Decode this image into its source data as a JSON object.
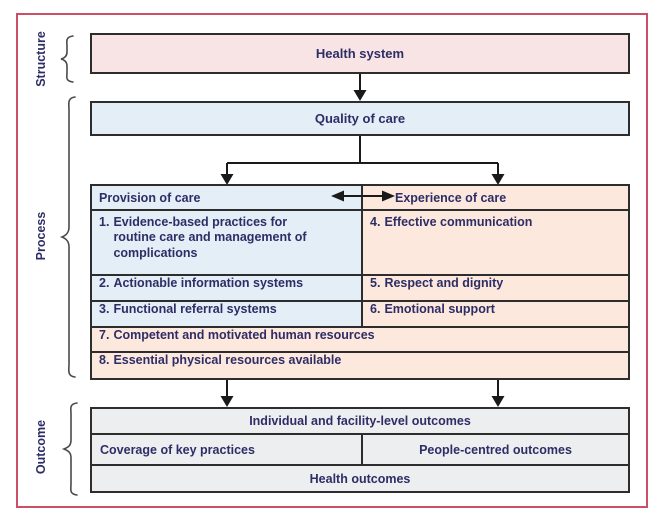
{
  "labels": {
    "structure": "Structure",
    "process": "Process",
    "outcome": "Outcome"
  },
  "structure": {
    "health_system": "Health system"
  },
  "process": {
    "quality_of_care": "Quality of care",
    "provision": {
      "header": "Provision of care",
      "items": [
        {
          "num": "1.",
          "text": "Evidence-based practices for routine care and management of complications"
        },
        {
          "num": "2.",
          "text": "Actionable information systems"
        },
        {
          "num": "3.",
          "text": "Functional referral systems"
        }
      ]
    },
    "experience": {
      "header": "Experience of care",
      "items": [
        {
          "num": "4.",
          "text": "Effective communication"
        },
        {
          "num": "5.",
          "text": "Respect and dignity"
        },
        {
          "num": "6.",
          "text": "Emotional support"
        }
      ]
    },
    "cross_cutting": {
      "items": [
        {
          "num": "7.",
          "text": "Competent and motivated human resources"
        },
        {
          "num": "8.",
          "text": "Essential physical resources available"
        }
      ]
    }
  },
  "outcome": {
    "individual_facility": "Individual and facility-level outcomes",
    "coverage": "Coverage of key practices",
    "people_centred": "People-centred outcomes",
    "health_outcomes": "Health outcomes"
  },
  "colors": {
    "frame_border": "#cb4f66",
    "box_border": "#2d2d2d",
    "structure_fill": "#f8e4e4",
    "provision_fill": "#e3eef7",
    "experience_fill": "#fce8dc",
    "outcome_fill": "#edeef0",
    "text": "#2e2d66",
    "line": "#1a1a1a"
  }
}
